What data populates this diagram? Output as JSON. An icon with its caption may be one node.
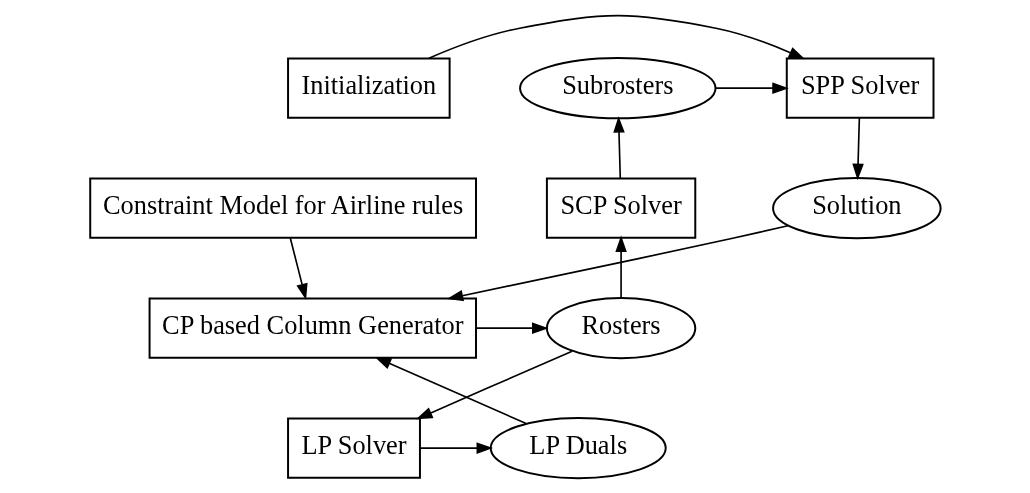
{
  "diagram": {
    "nodes": [
      {
        "text": [
          "Initialization"
        ]
      },
      {
        "text": [
          "SPP Solver"
        ]
      },
      {
        "text": [
          "Subrosters"
        ]
      },
      {
        "text": [
          "Solution"
        ]
      },
      {
        "text": [
          "SCP Solver"
        ]
      },
      {
        "text": [
          "LP Duals"
        ]
      },
      {
        "text": [
          "LP Solver"
        ]
      },
      {
        "text": [
          "CP based Column Generator"
        ]
      },
      {
        "text": [
          "Rosters"
        ]
      },
      {
        "text": [
          "Constraint Model for Airline rules"
        ]
      }
    ],
    "edges": [
      {
        "from": 0,
        "to": 1,
        "arrow": "to"
      },
      {
        "from": 2,
        "to": 1,
        "arrow": "to"
      },
      {
        "from": 1,
        "to": 3,
        "arrow": "to"
      },
      {
        "from": 4,
        "to": 2,
        "arrow": "to"
      },
      {
        "from": 6,
        "to": 5,
        "arrow": "to"
      },
      {
        "from": 5,
        "to": 7,
        "arrow": "to"
      },
      {
        "from": 3,
        "to": 7,
        "arrow": "to"
      },
      {
        "from": 7,
        "to": 8,
        "arrow": "to"
      },
      {
        "from": 8,
        "to": 6,
        "arrow": "to"
      },
      {
        "from": 8,
        "to": 4,
        "arrow": "to"
      },
      {
        "from": 9,
        "to": 7,
        "arrow": "to"
      }
    ]
  }
}
